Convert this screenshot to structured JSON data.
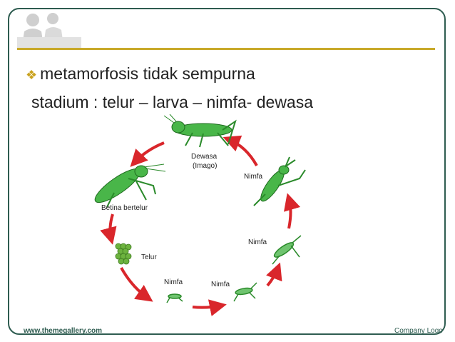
{
  "title": "metamorfosis tidak sempurna",
  "subtitle": "stadium : telur – larva – nimfa- dewasa",
  "diagram": {
    "labels": {
      "adult_line1": "Dewasa",
      "adult_line2": "(Imago)",
      "nymph_upper_right": "Nimfa",
      "nymph_right": "Nimfa",
      "nymph_bottom_right": "Nimfa",
      "nymph_bottom_left": "Nimfa",
      "egg": "Telur",
      "laying": "Betina bertelur"
    }
  },
  "footer": {
    "website": "www.themegallery.com",
    "company": "Company Logo"
  },
  "colors": {
    "frame": "#2e5c50",
    "rule": "#c8a92a",
    "arrow": "#d9262b",
    "grasshopper": "#3aa63a",
    "egg": "#6db33f"
  }
}
